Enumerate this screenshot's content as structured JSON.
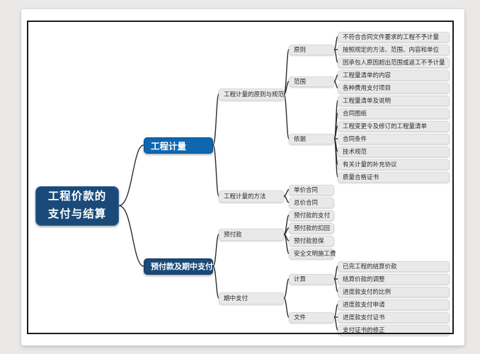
{
  "colors": {
    "page_bg": "#eae9e7",
    "sheet": "#ffffff",
    "border": "#1b1b1b",
    "line": "#2e2e2e",
    "navy": "#1a4a7a",
    "blue": "#0e67af",
    "gray_fill": "#e9e9e9",
    "gray_border": "#d9d9d9",
    "gray_text": "#2a2a2a"
  },
  "mindmap": {
    "root": {
      "label": "工程价款的支付与结算",
      "label_lines": [
        "工程价款的",
        "支付与结算"
      ],
      "variant": "navy",
      "children": [
        {
          "label": "工程计量",
          "variant": "blue",
          "children": [
            {
              "label": "工程计量的原则与规范",
              "children": [
                {
                  "label": "原则",
                  "children": [
                    {
                      "label": "不符合合同文件要求的工程不予计量"
                    },
                    {
                      "label": "按照规定的方法、范围、内容和单位"
                    },
                    {
                      "label": "因承包人原因超出范围或返工不予计量"
                    }
                  ]
                },
                {
                  "label": "范围",
                  "children": [
                    {
                      "label": "工程量清单的内容"
                    },
                    {
                      "label": "各种费用支付项目"
                    }
                  ]
                },
                {
                  "label": "依据",
                  "children": [
                    {
                      "label": "工程量清单及说明"
                    },
                    {
                      "label": "合同图纸"
                    },
                    {
                      "label": "工程变更令及修订的工程量清单"
                    },
                    {
                      "label": "合同条件"
                    },
                    {
                      "label": "技术规范"
                    },
                    {
                      "label": "有关计量的补充协议"
                    },
                    {
                      "label": "质量合格证书"
                    }
                  ]
                }
              ]
            },
            {
              "label": "工程计量的方法",
              "children": [
                {
                  "label": "单价合同"
                },
                {
                  "label": "总价合同"
                }
              ]
            }
          ]
        },
        {
          "label": "预付款及期中支付",
          "variant": "navy",
          "children": [
            {
              "label": "预付款",
              "children": [
                {
                  "label": "预付款的支付"
                },
                {
                  "label": "预付款的扣回"
                },
                {
                  "label": "预付款担保"
                },
                {
                  "label": "安全文明施工费"
                }
              ]
            },
            {
              "label": "期中支付",
              "children": [
                {
                  "label": "计算",
                  "children": [
                    {
                      "label": "已完工程的结算价款"
                    },
                    {
                      "label": "结算价款的调整"
                    },
                    {
                      "label": "进度款支付的比例"
                    }
                  ]
                },
                {
                  "label": "文件",
                  "children": [
                    {
                      "label": "进度款支付申请"
                    },
                    {
                      "label": "进度款支付证书"
                    },
                    {
                      "label": "支付证书的修正"
                    }
                  ]
                }
              ]
            }
          ]
        }
      ]
    }
  }
}
